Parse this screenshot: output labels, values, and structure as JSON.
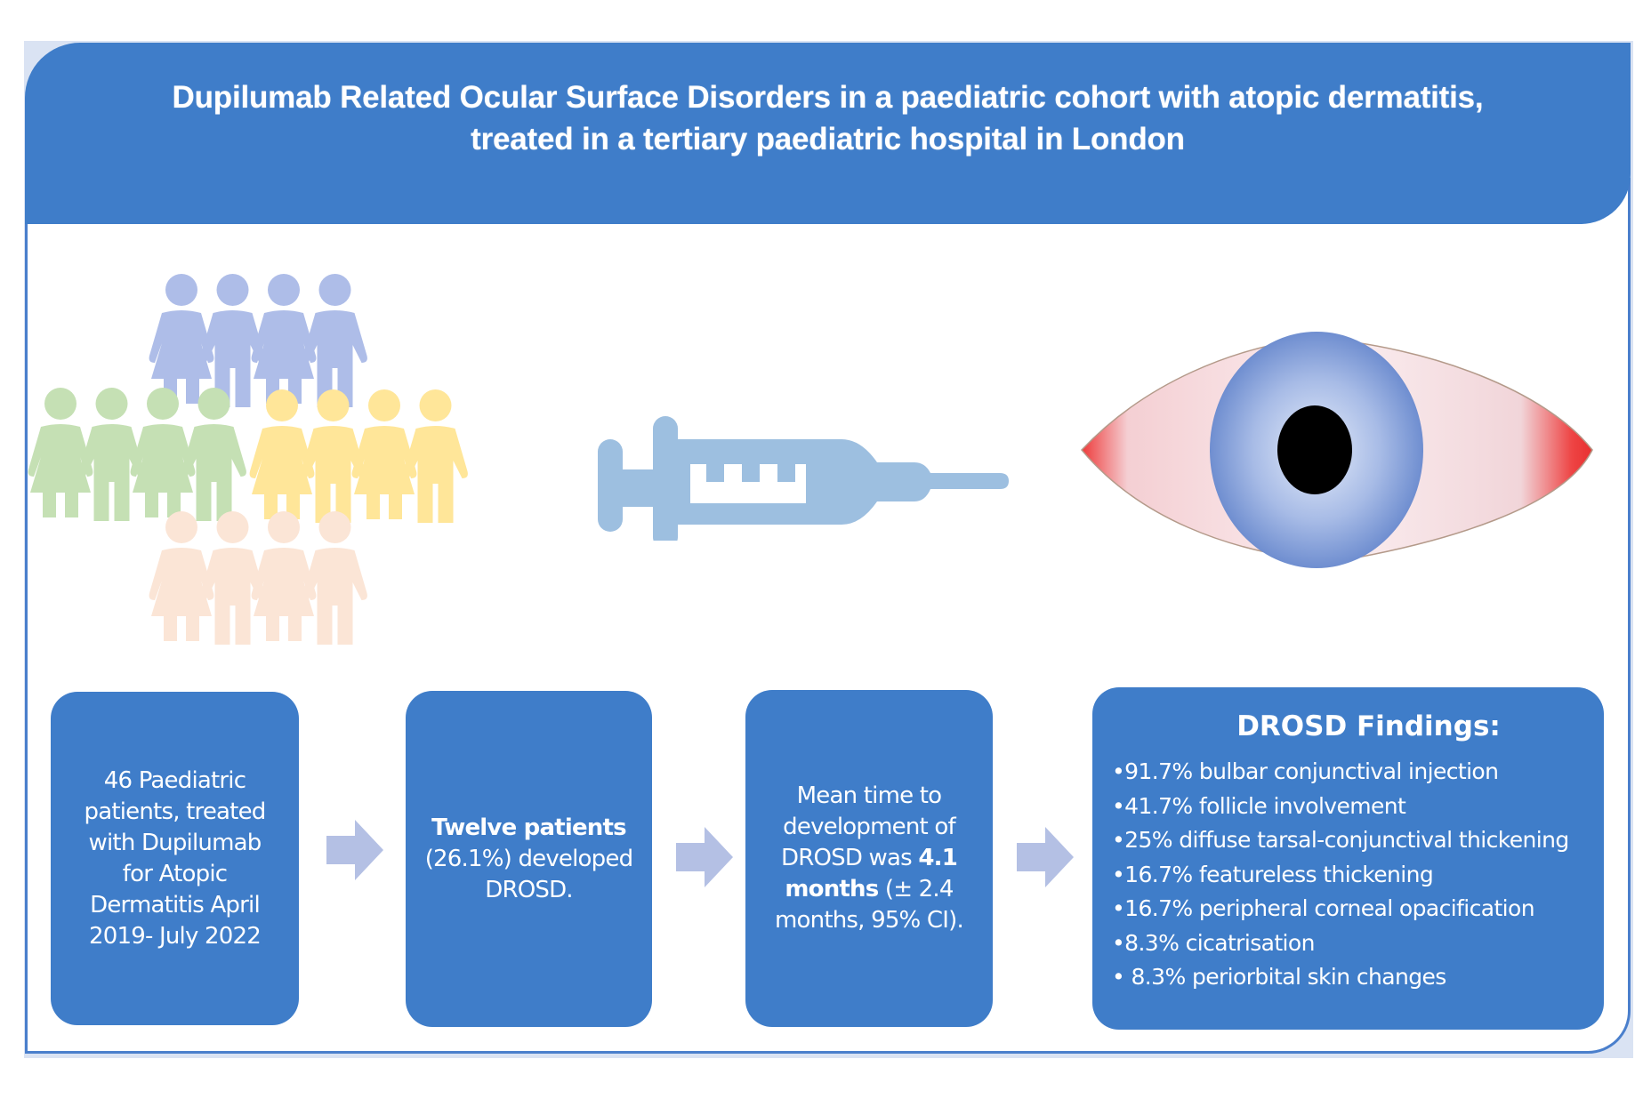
{
  "header": {
    "title_line1": "Dupilumab Related Ocular Surface Disorders in a paediatric cohort with atopic dermatitis,",
    "title_line2": "treated in a tertiary paediatric hospital in London"
  },
  "illustrations": {
    "people_groups": [
      {
        "name": "group-blue",
        "color": "#aebde8",
        "count": 4
      },
      {
        "name": "group-green",
        "color": "#c5e0b4",
        "count": 4
      },
      {
        "name": "group-yellow",
        "color": "#ffe699",
        "count": 4
      },
      {
        "name": "group-peach",
        "color": "#fbe5d6",
        "count": 4
      }
    ],
    "syringe_icon": "syringe-icon",
    "eye_icon": "red-eye-icon",
    "syringe_color": "#9dbfe0"
  },
  "flow": {
    "step1": {
      "lines": [
        "46 Paediatric",
        "patients, treated",
        "with Dupilumab",
        "for Atopic",
        "Dermatitis April",
        "2019- July 2022"
      ]
    },
    "step2": {
      "bold": "Twelve patients",
      "rest_line1": "(26.1%) developed",
      "rest_line2": "DROSD."
    },
    "step3": {
      "line1": "Mean time to",
      "line2": "development of",
      "line3_prefix": "DROSD was ",
      "line3_bold": "4.1",
      "line4_bold": "months",
      "line4_rest": " (± 2.4",
      "line5": "months, 95% CI)."
    },
    "step4": {
      "title": "DROSD Findings:",
      "findings": [
        "•91.7% bulbar conjunctival injection",
        "•41.7%  follicle involvement",
        "•25%  diffuse tarsal-conjunctival thickening",
        "•16.7%  featureless thickening",
        "•16.7% peripheral corneal opacification",
        "•8.3% cicatrisation",
        "• 8.3% periorbital skin changes"
      ]
    }
  },
  "colors": {
    "primary_blue": "#3f7dc9",
    "frame_border": "#4a7fcc",
    "background_tint": "#dae3f3",
    "arrow": "#b4c0e4",
    "iris": "#7d9ad6",
    "eye_redness": "#e8413f"
  }
}
